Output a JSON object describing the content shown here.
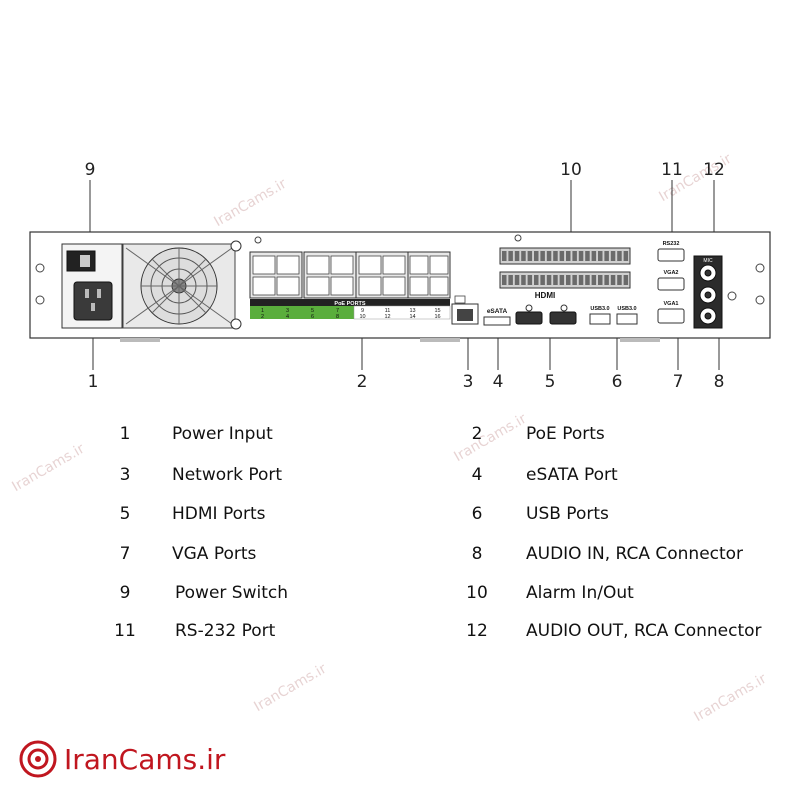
{
  "callouts": [
    "9",
    "10",
    "11",
    "12",
    "1",
    "2",
    "3",
    "4",
    "5",
    "6",
    "7",
    "8"
  ],
  "panel": {
    "poe_header": "PoE PORTS",
    "poe_top_numbers": [
      "1",
      "3",
      "5",
      "7",
      "9",
      "11",
      "13",
      "15"
    ],
    "poe_bottom_numbers": [
      "2",
      "4",
      "6",
      "8",
      "10",
      "12",
      "14",
      "16"
    ],
    "esata_label": "eSATA",
    "hdmi_label": "HDMI",
    "usb_labels": [
      "USB3.0",
      "USB3.0"
    ],
    "rs232_label": "RS232",
    "vga_labels": [
      "VGA2",
      "VGA1"
    ],
    "mic_label": "MIC"
  },
  "legend": [
    {
      "num": "1",
      "label": "Power Input"
    },
    {
      "num": "2",
      "label": "PoE Ports"
    },
    {
      "num": "3",
      "label": "Network Port"
    },
    {
      "num": "4",
      "label": "eSATA Port"
    },
    {
      "num": "5",
      "label": "HDMI Ports"
    },
    {
      "num": "6",
      "label": "USB Ports"
    },
    {
      "num": "7",
      "label": "VGA Ports"
    },
    {
      "num": "8",
      "label": "AUDIO IN, RCA Connector"
    },
    {
      "num": "9",
      "label": "Power Switch"
    },
    {
      "num": "10",
      "label": "Alarm In/Out"
    },
    {
      "num": "11",
      "label": "RS-232 Port"
    },
    {
      "num": "12",
      "label": "AUDIO OUT, RCA Connector"
    }
  ],
  "watermark": "IranCams.ir",
  "brand": "IranCams.ir",
  "colors": {
    "poe_green": "#5aae3c",
    "brand_red": "#c0161f",
    "panel_line": "#333333"
  }
}
